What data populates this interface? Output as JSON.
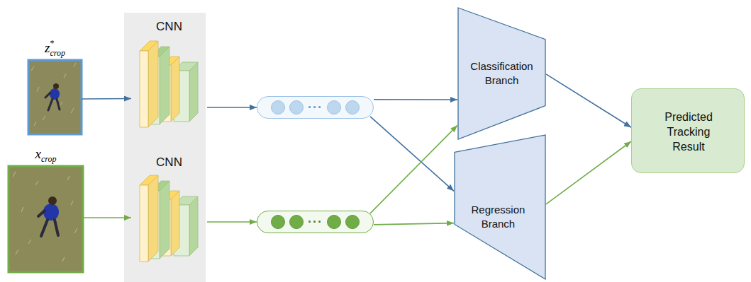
{
  "diagram": {
    "nodes": [
      {
        "text": [
          "z",
          "*",
          "crop"
        ]
      },
      {
        "text": [
          "x",
          "crop"
        ]
      },
      {
        "text": [
          "CNN"
        ]
      },
      {
        "text": [
          "CNN"
        ]
      },
      {
        "text": [
          "···"
        ]
      },
      {
        "text": [
          "···"
        ]
      },
      {
        "text": [
          "Classification Branch"
        ]
      },
      {
        "text": [
          "Regression Branch"
        ]
      },
      {
        "text": [
          "Predicted Tracking Result"
        ]
      }
    ],
    "edges": [
      {
        "from": 0,
        "to": 2,
        "arrow": "to"
      },
      {
        "from": 2,
        "to": 4,
        "arrow": "to"
      },
      {
        "from": 4,
        "to": 6,
        "arrow": "to"
      },
      {
        "from": 4,
        "to": 7,
        "arrow": "to"
      },
      {
        "from": 1,
        "to": 3,
        "arrow": "to"
      },
      {
        "from": 3,
        "to": 5,
        "arrow": "to"
      },
      {
        "from": 5,
        "to": 6,
        "arrow": "to"
      },
      {
        "from": 5,
        "to": 7,
        "arrow": "to"
      },
      {
        "from": 6,
        "to": 8,
        "arrow": "to"
      },
      {
        "from": 7,
        "to": 8,
        "arrow": "to"
      }
    ]
  }
}
